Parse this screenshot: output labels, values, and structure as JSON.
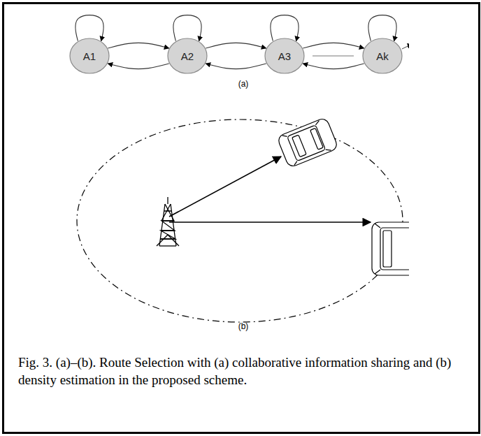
{
  "diagram": {
    "caption": "Fig. 3. (a)–(b). Route Selection with (a) collaborative information sharing and (b) density estimation in the proposed scheme.",
    "nodes": [
      {
        "text": [
          "A1"
        ]
      },
      {
        "text": [
          "A2"
        ]
      },
      {
        "text": [
          "A3"
        ]
      },
      {
        "text": [
          "Ak"
        ]
      }
    ],
    "edges": [
      {
        "from": 0,
        "to": 0,
        "arrow": "to"
      },
      {
        "from": 1,
        "to": 1,
        "arrow": "to"
      },
      {
        "from": 2,
        "to": 2,
        "arrow": "to"
      },
      {
        "from": 3,
        "to": 3,
        "arrow": "to"
      },
      {
        "from": 0,
        "to": 1,
        "arrow": "to"
      },
      {
        "from": 1,
        "to": 0,
        "arrow": "to"
      },
      {
        "from": 1,
        "to": 2,
        "arrow": "to"
      },
      {
        "from": 2,
        "to": 1,
        "arrow": "to"
      },
      {
        "from": 2,
        "to": 3,
        "arrow": "to"
      },
      {
        "from": 3,
        "to": 2,
        "arrow": "to"
      }
    ],
    "labels": [
      "(a)",
      "(b)"
    ]
  }
}
